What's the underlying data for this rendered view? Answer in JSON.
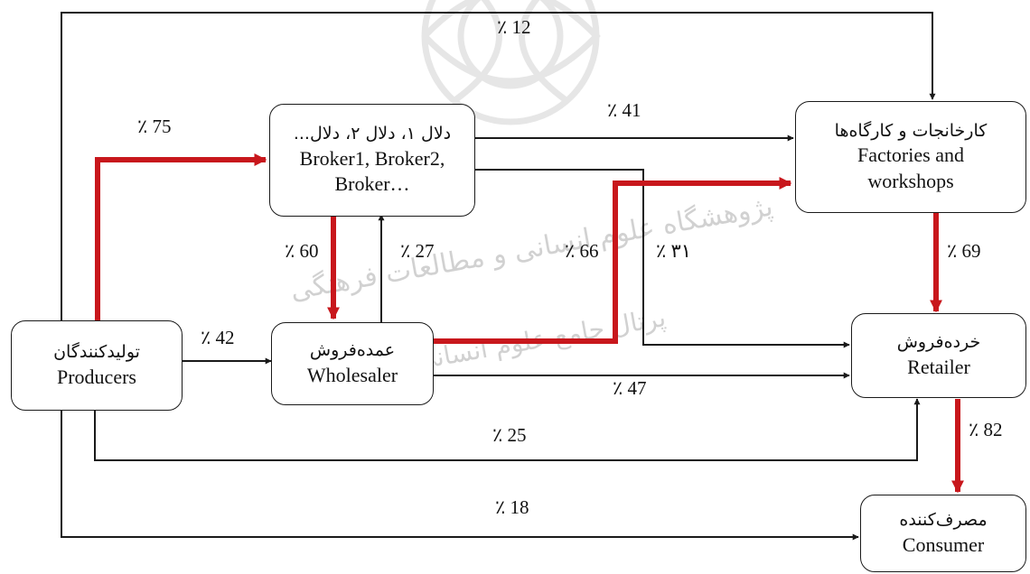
{
  "colors": {
    "highlight_arrow": "#c8171c",
    "normal_arrow": "#1a1a1a",
    "watermark": "#9a9a9a"
  },
  "nodes": {
    "producers": {
      "fa": "تولیدکنندگان",
      "en": "Producers"
    },
    "broker": {
      "fa": "دلال ۱، دلال ۲، دلال...",
      "en_line1": "Broker1, Broker2,",
      "en_line2": "Broker…"
    },
    "wholesaler": {
      "fa": "عمده‌فروش",
      "en": "Wholesaler"
    },
    "factories": {
      "fa": "کارخانجات و کارگاه‌ها",
      "en_line1": "Factories and",
      "en_line2": "workshops"
    },
    "retailer": {
      "fa": "خرده‌فروش",
      "en": "Retailer"
    },
    "consumer": {
      "fa": "مصرف‌کننده",
      "en": "Consumer"
    }
  },
  "flows": {
    "producers_factories": "٪ 12",
    "producers_broker": "٪ 75",
    "broker_factories": "٪ 41",
    "broker_wholesaler": "٪ 60",
    "wholesaler_broker": "٪ 27",
    "wholesaler_factories": "٪ 66",
    "broker_retailer": "٪ ۳۱",
    "factories_retailer": "٪ 69",
    "producers_wholesaler": "٪ 42",
    "wholesaler_retailer": "٪ 47",
    "producers_retailer": "٪ 25",
    "retailer_consumer": "٪ 82",
    "producers_consumer": "٪ 18"
  },
  "watermark": {
    "line1": "پژوهشگاه علوم انسانی و مطالعات فرهنگی",
    "line2": "پرتال جامع علوم انسانی"
  }
}
